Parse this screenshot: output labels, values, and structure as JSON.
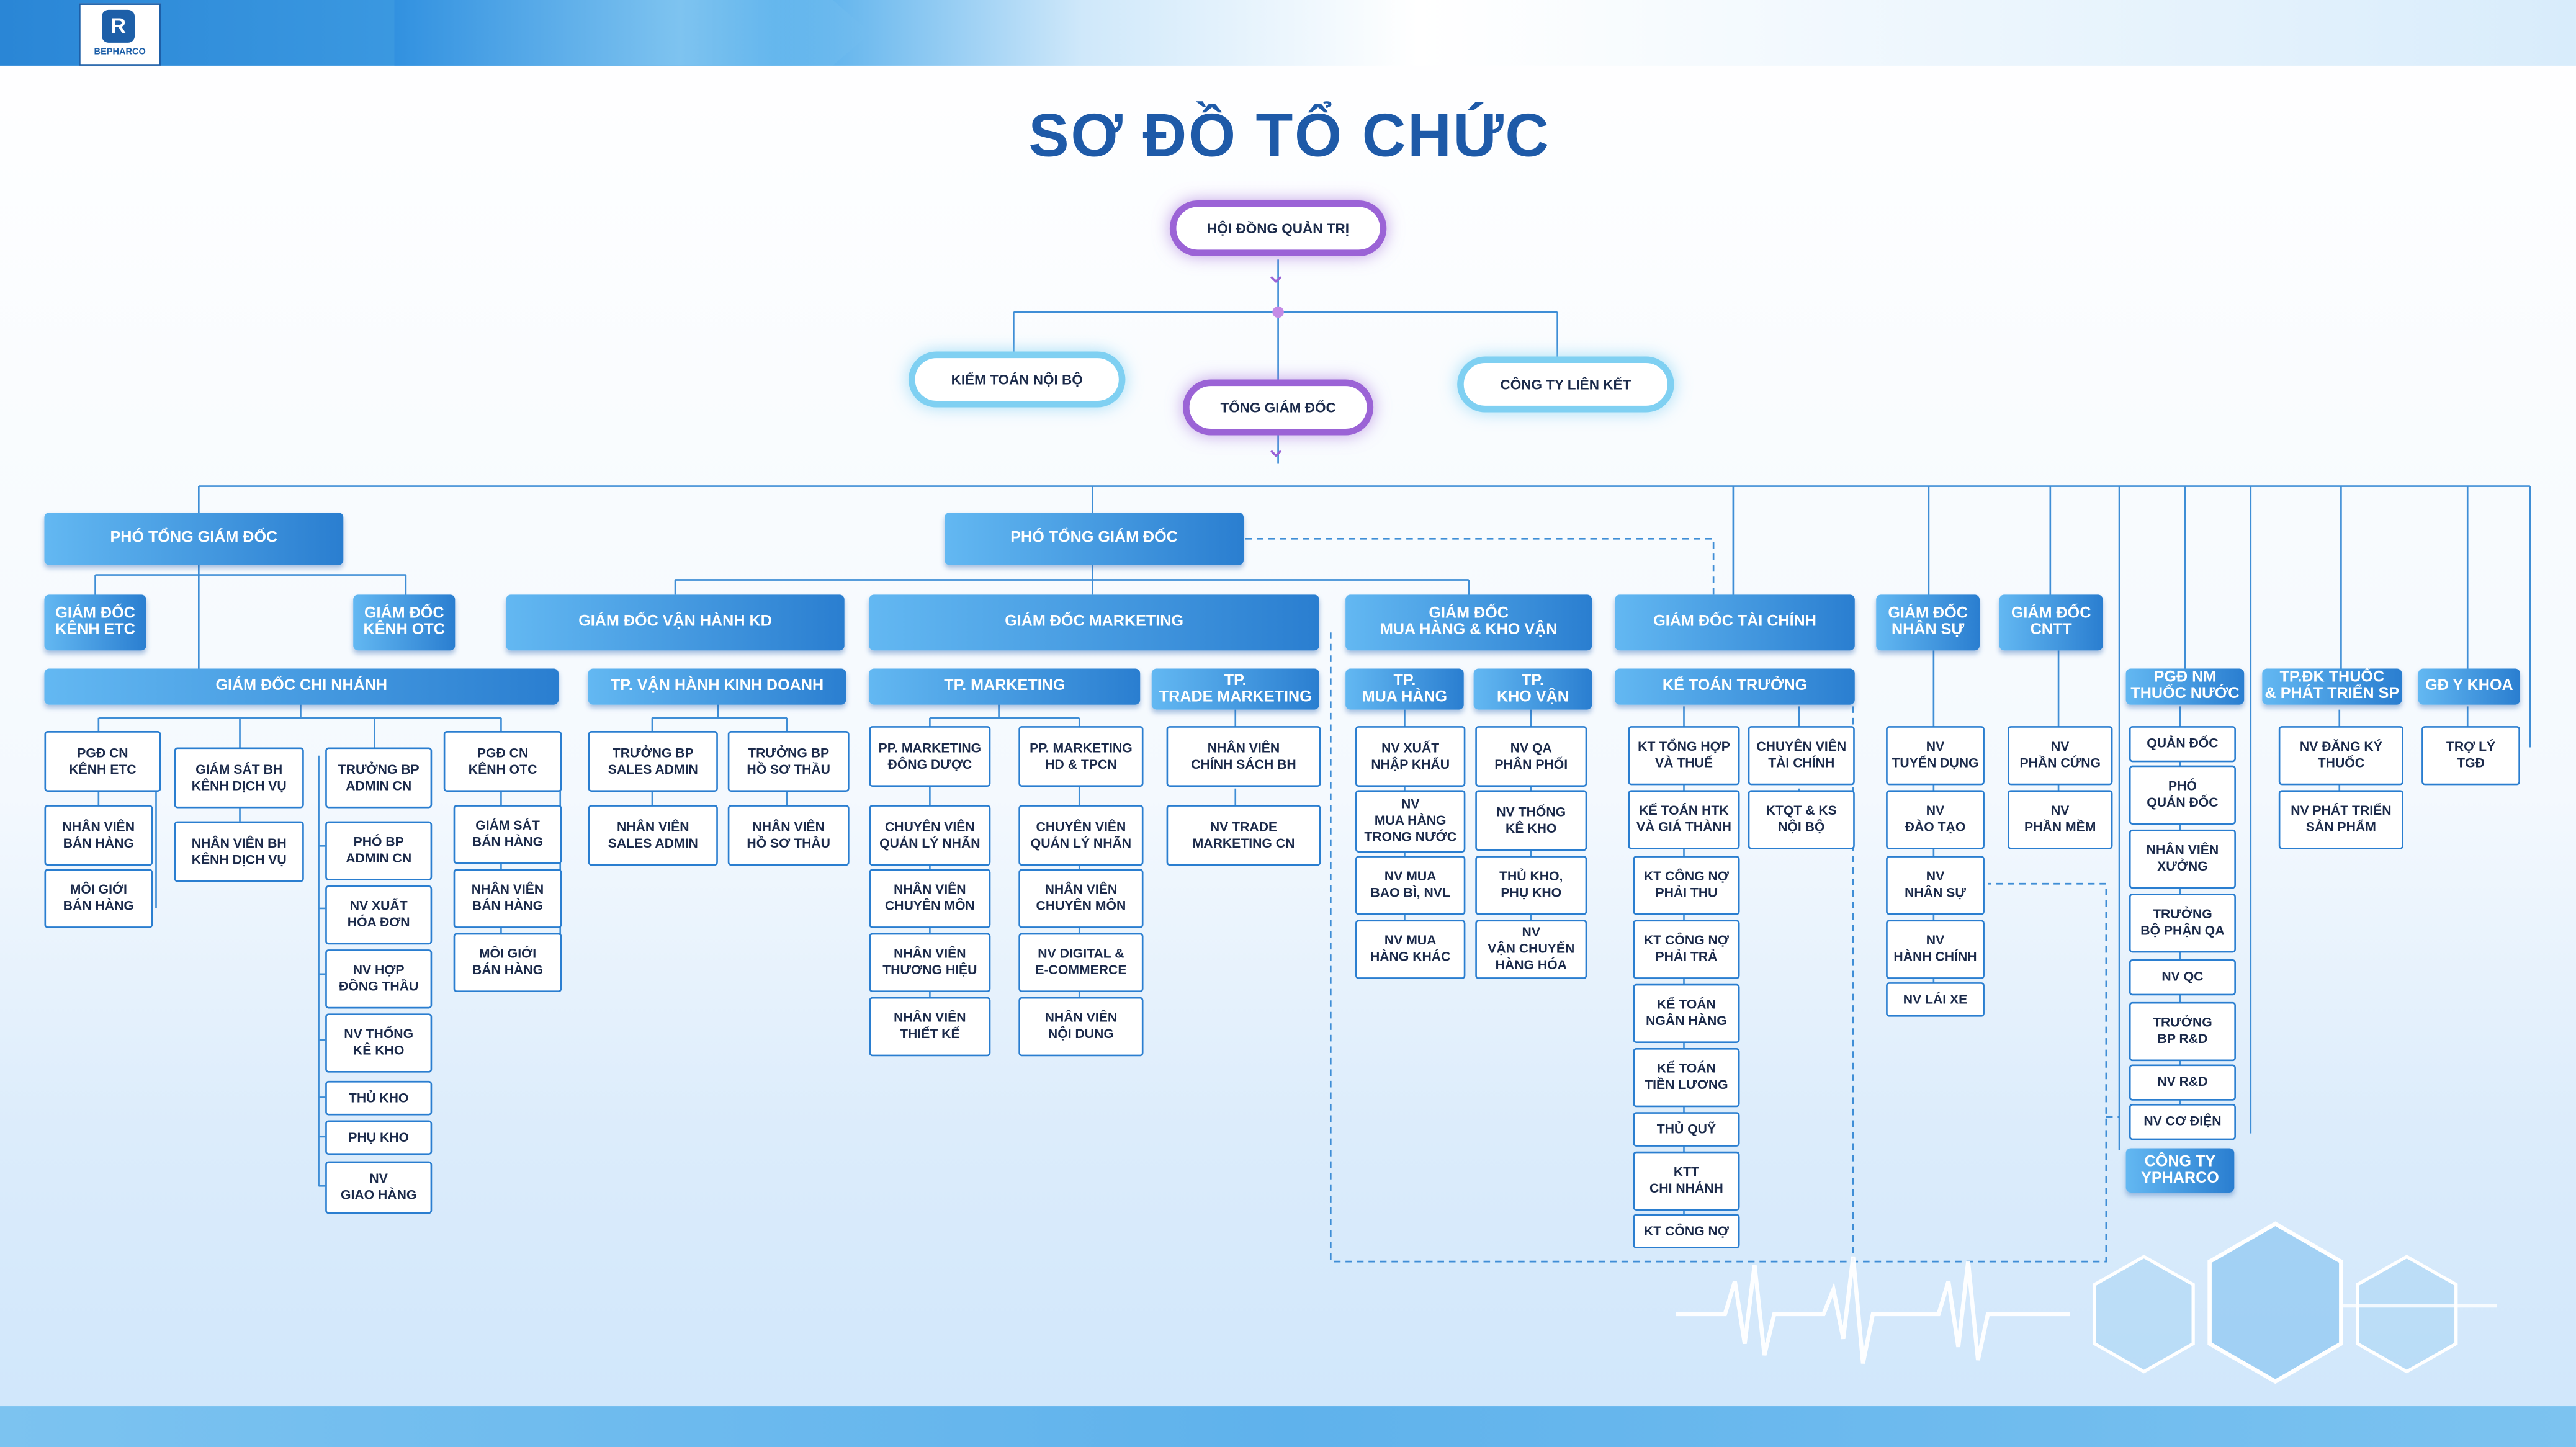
{
  "logo": {
    "text": "BEPHARCO"
  },
  "title": "SƠ ĐỒ TỔ CHỨC",
  "top": {
    "board": "HỘI ĐỒNG QUẢN TRỊ",
    "audit": "KIỂM TOÁN NỘI BỘ",
    "ceo": "TỔNG GIÁM ĐỐC",
    "affiliate": "CÔNG TY LIÊN KẾT"
  },
  "vice": {
    "left": "PHÓ TỔNG GIÁM ĐỐC",
    "right": "PHÓ TỔNG GIÁM ĐỐC"
  },
  "directors": {
    "etc": "GIÁM ĐỐC\nKÊNH ETC",
    "otc": "GIÁM ĐỐC\nKÊNH OTC",
    "ops": "GIÁM ĐỐC VẬN HÀNH KD",
    "marketing": "GIÁM ĐỐC MARKETING",
    "purchasing": "GIÁM ĐỐC\nMUA HÀNG & KHO VẬN",
    "finance": "GIÁM ĐỐC TÀI CHÍNH",
    "hr": "GIÁM ĐỐC\nNHÂN SỰ",
    "it": "GIÁM ĐỐC\nCNTT"
  },
  "sub": {
    "branch": "GIÁM ĐỐC CHI NHÁNH",
    "ops": "TP. VẬN HÀNH KINH DOANH",
    "marketing": "TP. MARKETING",
    "trade": "TP.\nTRADE MARKETING",
    "purchase": "TP.\nMUA HÀNG",
    "warehouse": "TP.\nKHO VẬN",
    "accounting": "KẾ TOÁN TRƯỞNG",
    "factory": "PGĐ NM\nTHUỐC NƯỚC",
    "registration": "TP.ĐK THUỐC\n& PHÁT TRIỂN SP",
    "medical": "GĐ Y KHOA"
  },
  "columns": {
    "etc": [
      "PGĐ CN\nKÊNH ETC",
      "NHÂN VIÊN\nBÁN HÀNG",
      "MÔI GIỚI\nBÁN HÀNG"
    ],
    "service": [
      "GIÁM SÁT BH\nKÊNH DỊCH VỤ",
      "NHÂN VIÊN BH\nKÊNH DỊCH VỤ"
    ],
    "admin": [
      "TRƯỞNG BP\nADMIN CN",
      "PHÓ BP\nADMIN CN",
      "NV XUẤT\nHÓA ĐƠN",
      "NV HỢP\nĐỒNG THẦU",
      "NV THỐNG\nKÊ KHO",
      "THỦ KHO",
      "PHỤ KHO",
      "NV\nGIAO HÀNG"
    ],
    "otc": [
      "PGĐ CN\nKÊNH OTC",
      "GIÁM SÁT\nBÁN HÀNG",
      "NHÂN VIÊN\nBÁN HÀNG",
      "MÔI GIỚI\nBÁN HÀNG"
    ],
    "sales_admin": [
      "TRƯỞNG BP\nSALES ADMIN",
      "NHÂN VIÊN\nSALES ADMIN"
    ],
    "bidding": [
      "TRƯỞNG BP\nHỒ SƠ THẦU",
      "NHÂN VIÊN\nHỒ SƠ THẦU"
    ],
    "mkt_drug": [
      "PP. MARKETING\nĐÔNG DƯỢC",
      "CHUYÊN VIÊN\nQUẢN LÝ NHÃN",
      "NHÂN VIÊN\nCHUYÊN MÔN",
      "NHÂN VIÊN\nTHƯƠNG HIỆU",
      "NHÂN VIÊN\nTHIẾT KẾ"
    ],
    "mkt_hd": [
      "PP. MARKETING\nHD & TPCN",
      "CHUYÊN VIÊN\nQUẢN LÝ NHÃN",
      "NHÂN VIÊN\nCHUYÊN MÔN",
      "NV DIGITAL &\nE-COMMERCE",
      "NHÂN VIÊN\nNỘI DUNG"
    ],
    "trade": [
      "NHÂN VIÊN\nCHÍNH SÁCH BH",
      "NV TRADE\nMARKETING CN"
    ],
    "purchase": [
      "NV XUẤT\nNHẬP KHẨU",
      "NV\nMUA HÀNG\nTRONG NƯỚC",
      "NV MUA\nBAO BÌ, NVL",
      "NV MUA\nHÀNG KHÁC"
    ],
    "warehouse": [
      "NV QA\nPHÂN PHỐI",
      "NV THỐNG\nKÊ KHO",
      "THỦ KHO,\nPHỤ KHO",
      "NV\nVẬN CHUYỂN\nHÀNG HÓA"
    ],
    "accounting": [
      "KT TỔNG HỢP\nVÀ THUẾ",
      "KẾ TOÁN HTK\nVÀ GIÁ THÀNH",
      "KT CÔNG NỢ\nPHẢI THU",
      "KT CÔNG NỢ\nPHẢI TRẢ",
      "KẾ TOÁN\nNGÂN HÀNG",
      "KẾ TOÁN\nTIỀN LƯƠNG",
      "THỦ QUỸ",
      "KTT\nCHI NHÁNH",
      "KT CÔNG NỢ"
    ],
    "finance": [
      "CHUYÊN VIÊN\nTÀI CHÍNH",
      "KTQT & KS\nNỘI BỘ"
    ],
    "hr": [
      "NV\nTUYỂN DỤNG",
      "NV\nĐÀO TẠO",
      "NV\nNHÂN SỰ",
      "NV\nHÀNH CHÍNH",
      "NV LÁI XE"
    ],
    "it": [
      "NV\nPHẦN CỨNG",
      "NV\nPHẦN MỀM"
    ],
    "factory": [
      "QUẢN ĐỐC",
      "PHÓ\nQUẢN ĐỐC",
      "NHÂN VIÊN\nXƯỞNG",
      "TRƯỞNG\nBỘ PHẬN QA",
      "NV QC",
      "TRƯỞNG\nBP R&D",
      "NV R&D",
      "NV CƠ ĐIỆN"
    ],
    "registration": [
      "NV ĐĂNG KÝ\nTHUỐC",
      "NV PHÁT TRIỂN\nSẢN PHẨM"
    ],
    "medical": [
      "TRỢ LÝ\nTGĐ"
    ]
  },
  "subsidiary": "CÔNG TY\nYPHARCO",
  "colors": {
    "accent": "#1e5aa8",
    "bar_light": "#63b8f2",
    "bar_dark": "#2a7ed0",
    "board_border": "#9b63d6",
    "cyan_border": "#7fd0f2",
    "line": "#3f8ed6"
  }
}
